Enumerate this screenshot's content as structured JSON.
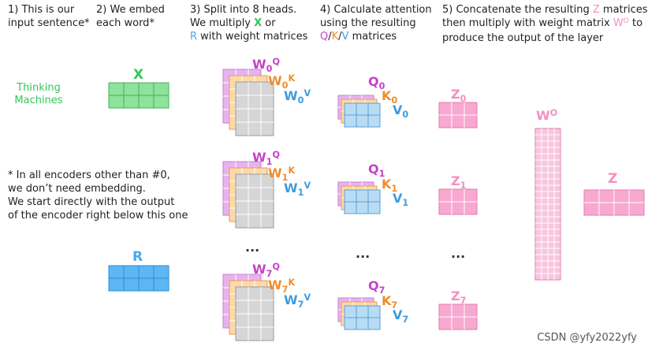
{
  "steps": [
    {
      "lines": [
        "1) This is our",
        "input sentence*"
      ]
    },
    {
      "lines": [
        "2) We embed",
        "each word*"
      ]
    },
    {
      "lines": [
        "3) Split into 8 heads.",
        "We multiply ",
        "R",
        " with weight matrices"
      ],
      "x_letter": "X",
      "or": " or"
    },
    {
      "lines": [
        "4) Calculate attention",
        "using the resulting",
        "Q",
        "/",
        "K",
        "/",
        "V",
        " matrices"
      ]
    },
    {
      "lines": [
        "5) Concatenate the resulting ",
        "Z",
        " matrices,",
        "then multiply with weight matrix ",
        "W",
        "O",
        " to",
        "produce the output of the layer"
      ]
    }
  ],
  "input_words": [
    "Thinking",
    "Machines"
  ],
  "note_lines": [
    "* In all encoders other than #0,",
    "we don’t need embedding.",
    "We start directly with the output",
    "of the encoder right below this one"
  ],
  "labels": {
    "x": "X",
    "r": "R",
    "w": "W",
    "q_sup": "Q",
    "k_sup": "K",
    "v_sup": "V",
    "q": "Q",
    "k": "K",
    "v": "V",
    "z": "Z",
    "wo_base": "W",
    "wo_sup": "O",
    "z_out": "Z",
    "idx0": "0",
    "idx1": "1",
    "idx7": "7",
    "dots": "..."
  },
  "watermark": "CSDN @yfy2022yfy",
  "colors": {
    "x": "#34c759",
    "x_fill": "#8fe29b",
    "r_fill": "#5eb6f2",
    "q": "#c443c9",
    "q_fill": "#e7b3ee",
    "k": "#f08c2c",
    "k_fill": "#fcd9a8",
    "v": "#3d9be0",
    "v_fill": "#b9dcf5",
    "z": "#f48fc1",
    "z_fill": "#f8a9d0",
    "wo_fill": "#f8c6df",
    "grid_fill": "#d3d3d3"
  }
}
